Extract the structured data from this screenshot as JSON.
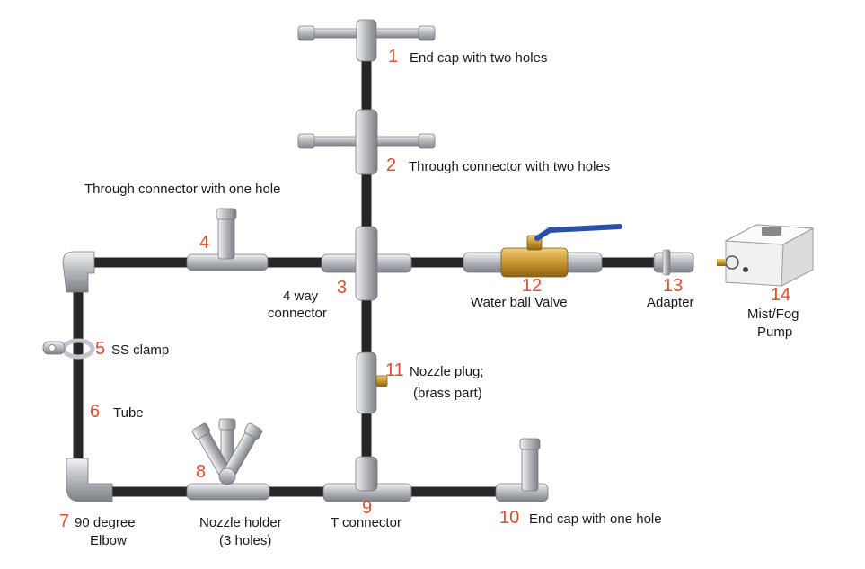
{
  "colors": {
    "tube": "#262626",
    "metal": "#c9ccd0",
    "number": "#d9502e",
    "label": "#1a1a1a",
    "brass": "#c9962e",
    "valve_handle": "#2c4fa8"
  },
  "items": [
    {
      "num": "1",
      "label": "End cap with two holes"
    },
    {
      "num": "2",
      "label": "Through connector with two holes"
    },
    {
      "num": "3",
      "label": "4 way",
      "label2": "connector"
    },
    {
      "num": "4",
      "label": "Through connector with one hole"
    },
    {
      "num": "5",
      "label": "SS clamp"
    },
    {
      "num": "6",
      "label": "Tube"
    },
    {
      "num": "7",
      "label": "90 degree",
      "label2": "Elbow"
    },
    {
      "num": "8",
      "label": "Nozzle holder",
      "label2": "(3 holes)"
    },
    {
      "num": "9",
      "label": "T connector"
    },
    {
      "num": "10",
      "label": "End cap with one hole"
    },
    {
      "num": "11",
      "label": "Nozzle plug;",
      "label2": "(brass part)"
    },
    {
      "num": "12",
      "label": "Water ball Valve"
    },
    {
      "num": "13",
      "label": "Adapter"
    },
    {
      "num": "14",
      "label": "Mist/Fog",
      "label2": "Pump"
    }
  ]
}
